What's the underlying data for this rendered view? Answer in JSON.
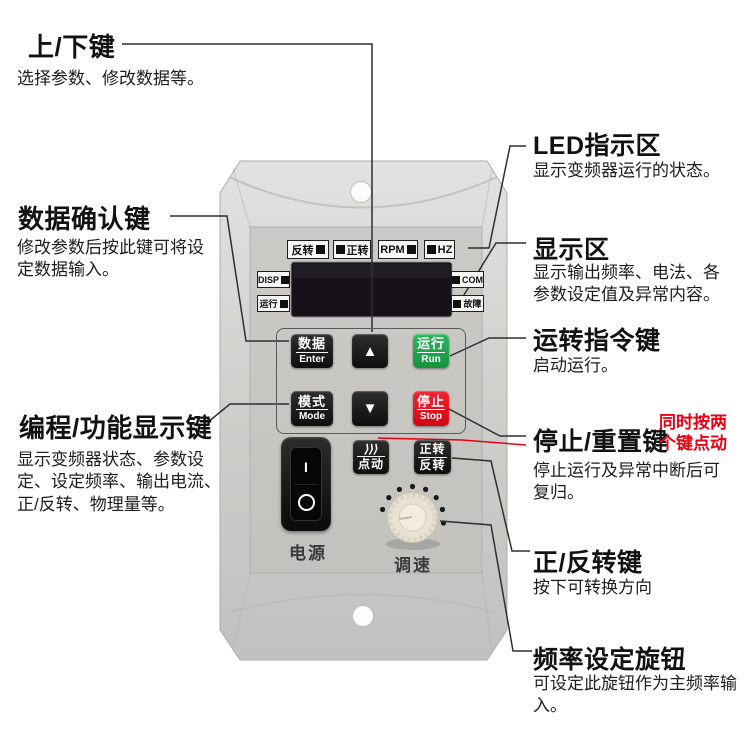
{
  "annotations": {
    "left": [
      {
        "title": "上/下键",
        "desc": "选择参数、修改数据等。"
      },
      {
        "title": "数据确认键",
        "desc": "修改参数后按此键可将设\n定数据输入。"
      },
      {
        "title": "编程/功能显示键",
        "desc": "显示变频器状态、参数设\n定、设定频率、输出电流、\n正/反转、物理量等。"
      }
    ],
    "right": [
      {
        "title": "LED指示区",
        "desc": "显示变频器运行的状态。"
      },
      {
        "title": "显示区",
        "desc": "显示输出频率、电法、各\n参数设定值及异常内容。"
      },
      {
        "title": "运转指令键",
        "desc": "启动运行。"
      },
      {
        "title": "停止/重置键",
        "note": "同时按两\n个键点动",
        "desc": "停止运行及异常中断后可\n复归。"
      },
      {
        "title": "正/反转键",
        "desc": "按下可转换方向"
      },
      {
        "title": "频率设定旋钮",
        "desc": "可设定此旋钮作为主频率输\n入。"
      }
    ]
  },
  "device": {
    "indicators_top": [
      "反转",
      "正转",
      "RPM",
      "HZ"
    ],
    "indicators_left": [
      "DISP",
      "运行"
    ],
    "indicators_right": [
      "COM",
      "故障"
    ],
    "buttons": {
      "data": {
        "top": "数据",
        "bottom": "Enter"
      },
      "up": {
        "symbol": "▲"
      },
      "run": {
        "top": "运行",
        "bottom": "Run"
      },
      "mode": {
        "top": "模式",
        "bottom": "Mode"
      },
      "down": {
        "symbol": "▼"
      },
      "stop": {
        "top": "停止",
        "bottom": "Stop"
      },
      "jog": {
        "top": "⟩⟩⟩",
        "bottom": "点动"
      },
      "fwd_rev": {
        "top": "正转",
        "bottom": "反转"
      }
    },
    "power_label": "电源",
    "speed_label": "调速",
    "switch": {
      "on": "I"
    }
  },
  "colors": {
    "run_green": "#1fa24c",
    "stop_red": "#e3101c",
    "note_red": "#e60012",
    "leader_line": "#2f2f2f"
  }
}
